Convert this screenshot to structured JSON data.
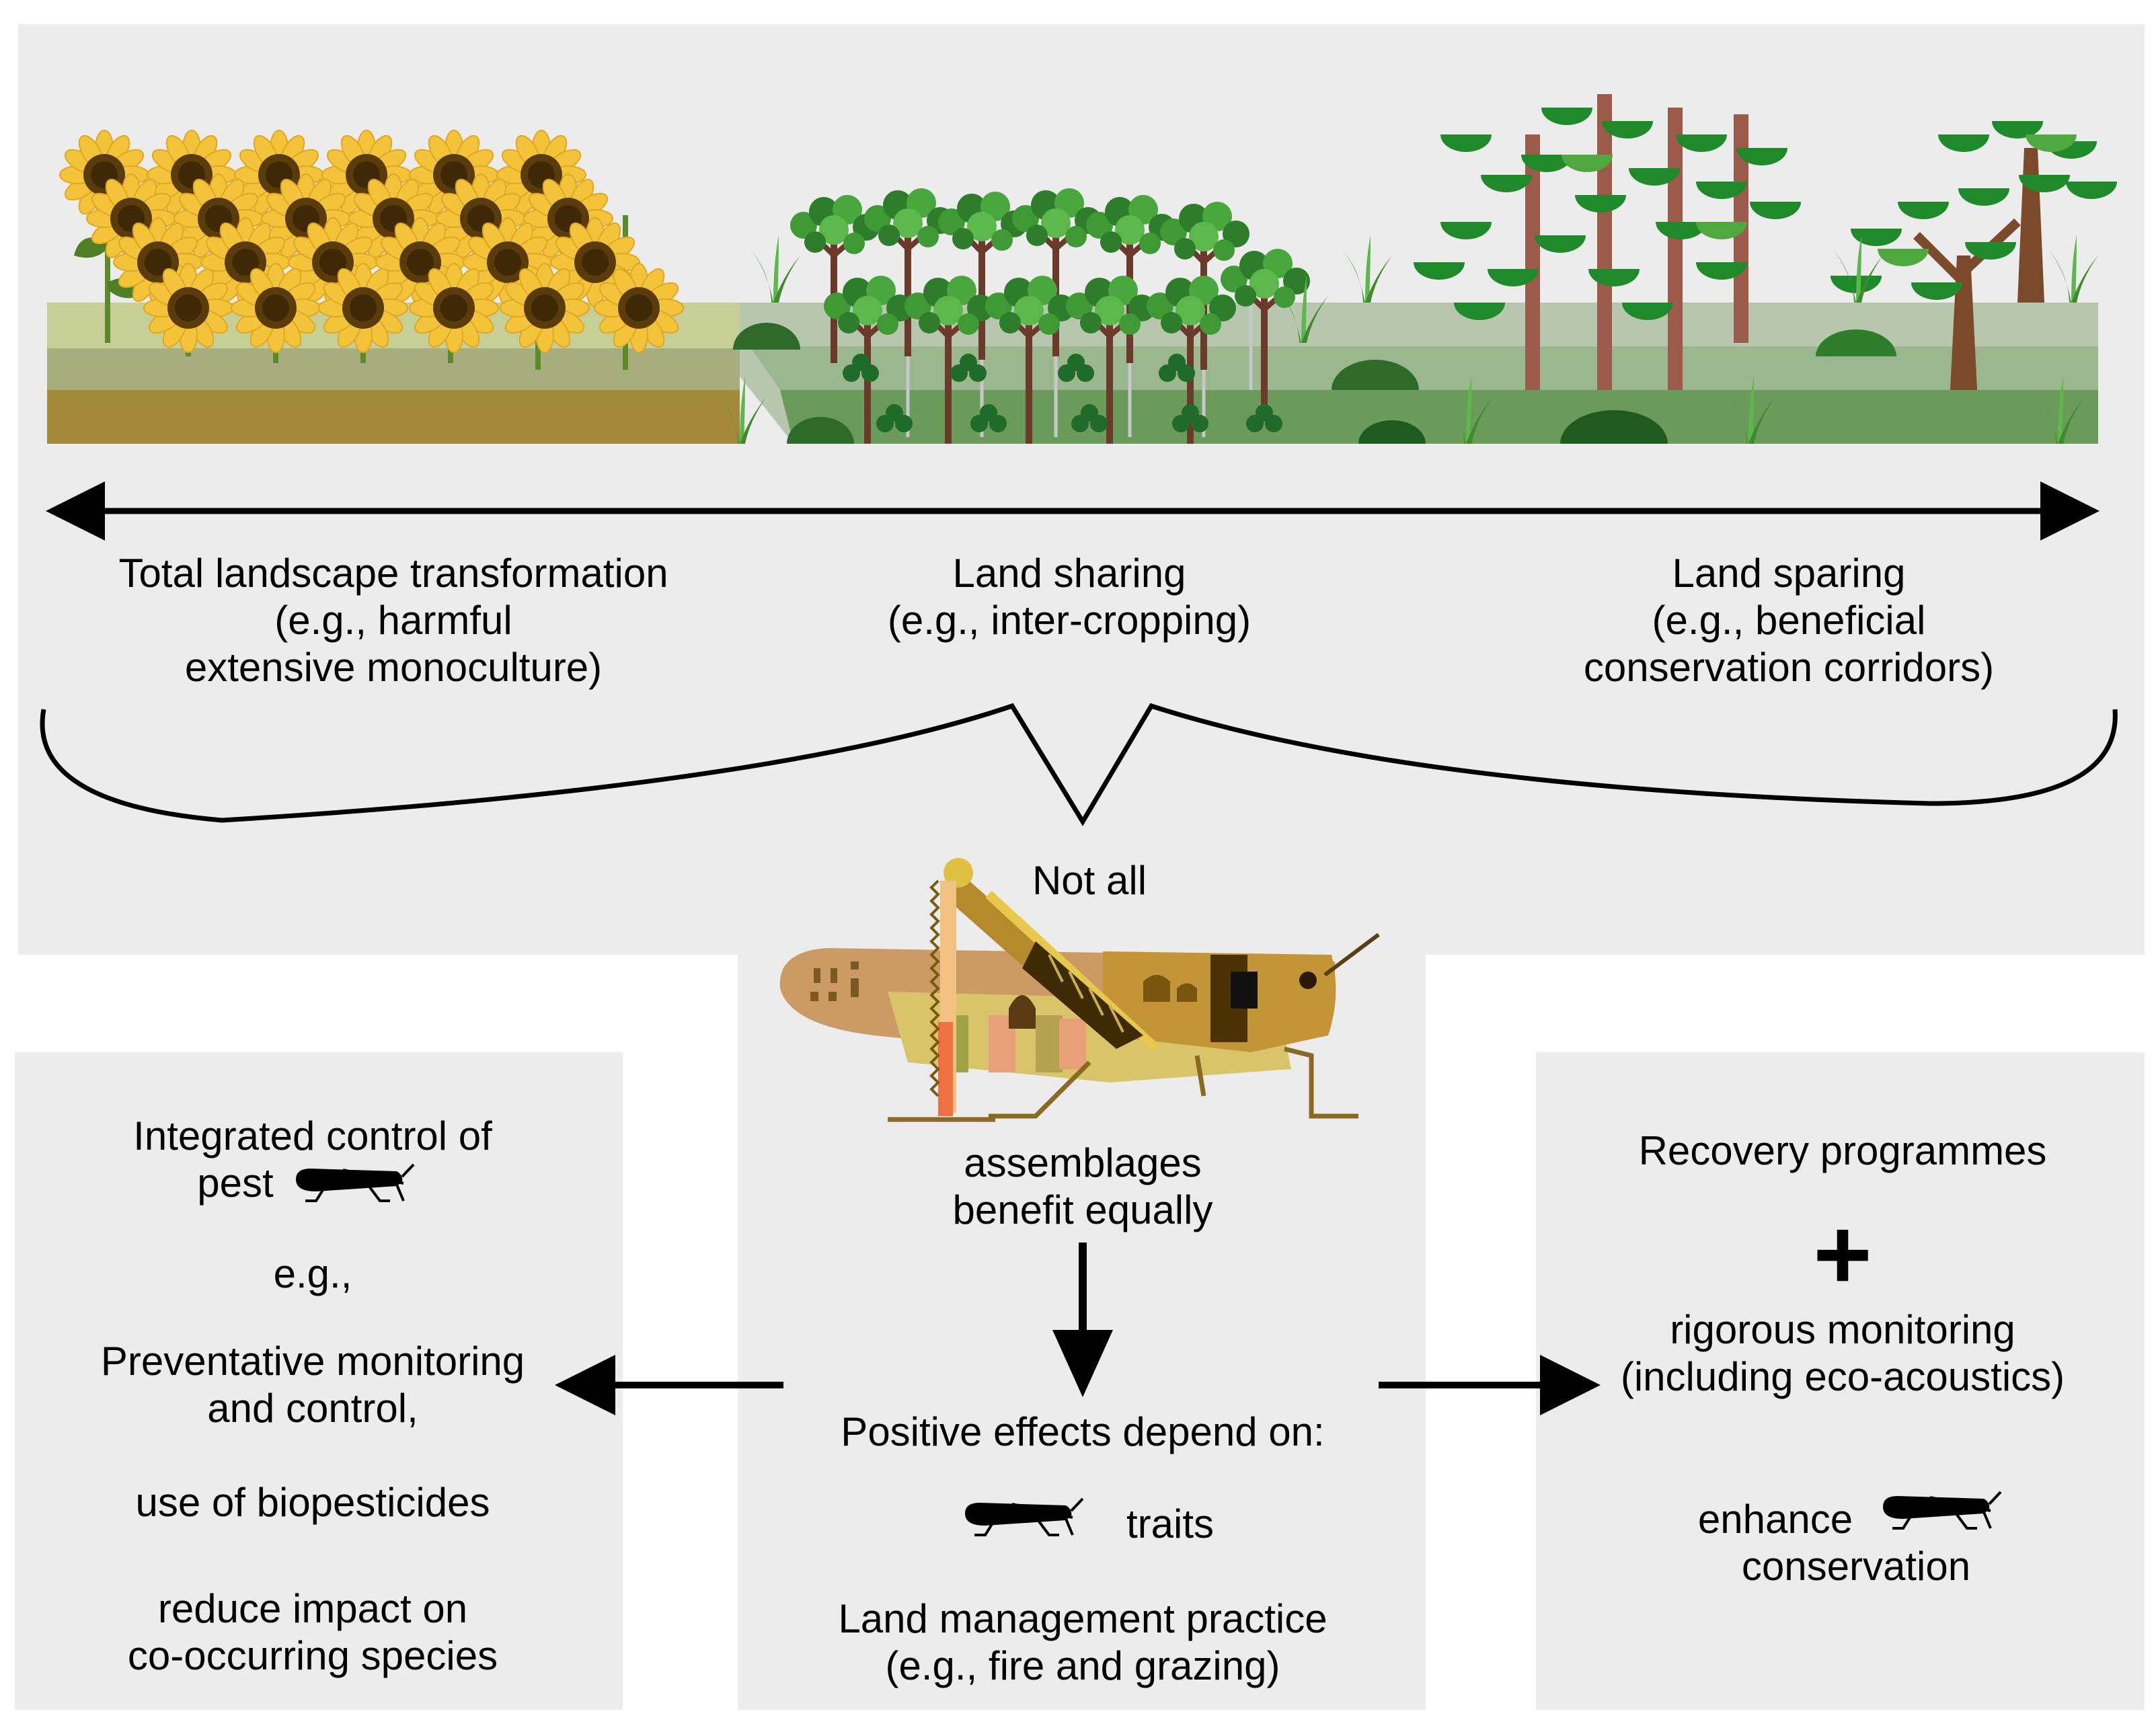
{
  "spectrum": {
    "left": {
      "line1": "Total landscape transformation",
      "line2": "(e.g., harmful",
      "line3": "extensive monoculture)"
    },
    "middle": {
      "line1": "Land sharing",
      "line2": "(e.g., inter-cropping)"
    },
    "right": {
      "line1": "Land sparing",
      "line2": "(e.g., beneficial",
      "line3": "conservation corridors)"
    }
  },
  "center": {
    "top_text": "Not all",
    "bottom_line1": "assemblages",
    "bottom_line2": "benefit equally",
    "depend_title": "Positive effects depend on:",
    "traits_label": "traits",
    "practice_line1": "Land management practice",
    "practice_line2": "(e.g., fire and grazing)"
  },
  "left_box": {
    "line1": "Integrated control of",
    "line2": "pest",
    "eg": "e.g.,",
    "prev1": "Preventative monitoring",
    "prev2": "and control,",
    "bio": "use of biopesticides",
    "reduce1": "reduce impact on",
    "reduce2": "co-occurring species"
  },
  "right_box": {
    "line1": "Recovery programmes",
    "plus": "+",
    "rig1": "rigorous monitoring",
    "rig2": "(including eco-acoustics)",
    "enh1": "enhance",
    "enh2": "conservation"
  },
  "icons": {
    "sunflower": "sunflower-icon",
    "intercrop_tree": "intercrop-tree-icon",
    "forest_tree": "forest-tree-icon",
    "grasshopper": "grasshopper-icon"
  },
  "colors": {
    "panel": "#ececec",
    "sunflower_petal": "#f3c43a",
    "sunflower_center": "#5a3b0a",
    "leaf_green": "#4f8a2a",
    "tree_green": "#2e8b2e",
    "trunk": "#8b5a4a",
    "grasshopper_body": "#c9a85a"
  }
}
